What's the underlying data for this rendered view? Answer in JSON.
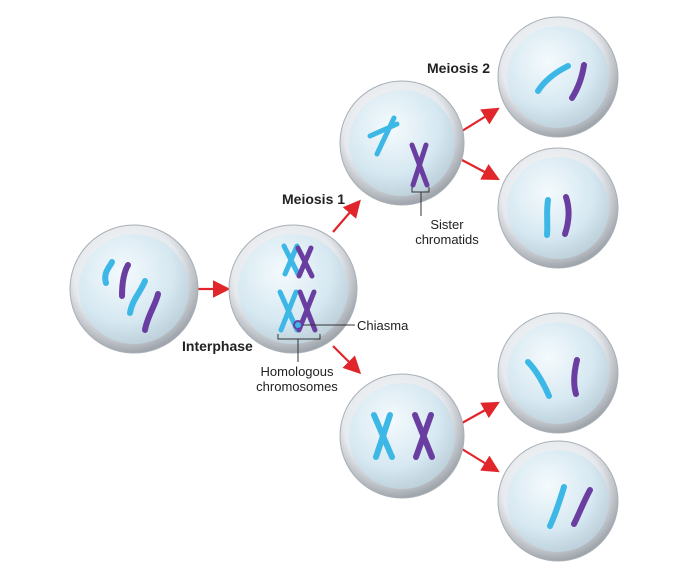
{
  "labels": {
    "interphase": "Interphase",
    "meiosis1": "Meiosis 1",
    "meiosis2": "Meiosis 2",
    "chiasma": "Chiasma",
    "sister_line1": "Sister",
    "sister_line2": "chromatids",
    "homologous_line1": "Homologous",
    "homologous_line2": "chromosomes"
  },
  "colors": {
    "light_chromosome": "#3db8e6",
    "dark_chromosome": "#6a3ea1",
    "arrow": "#e0262a",
    "cell_fill": "#dfe3e8",
    "cell_rim": "#b9bec4",
    "label_line": "#333333"
  }
}
